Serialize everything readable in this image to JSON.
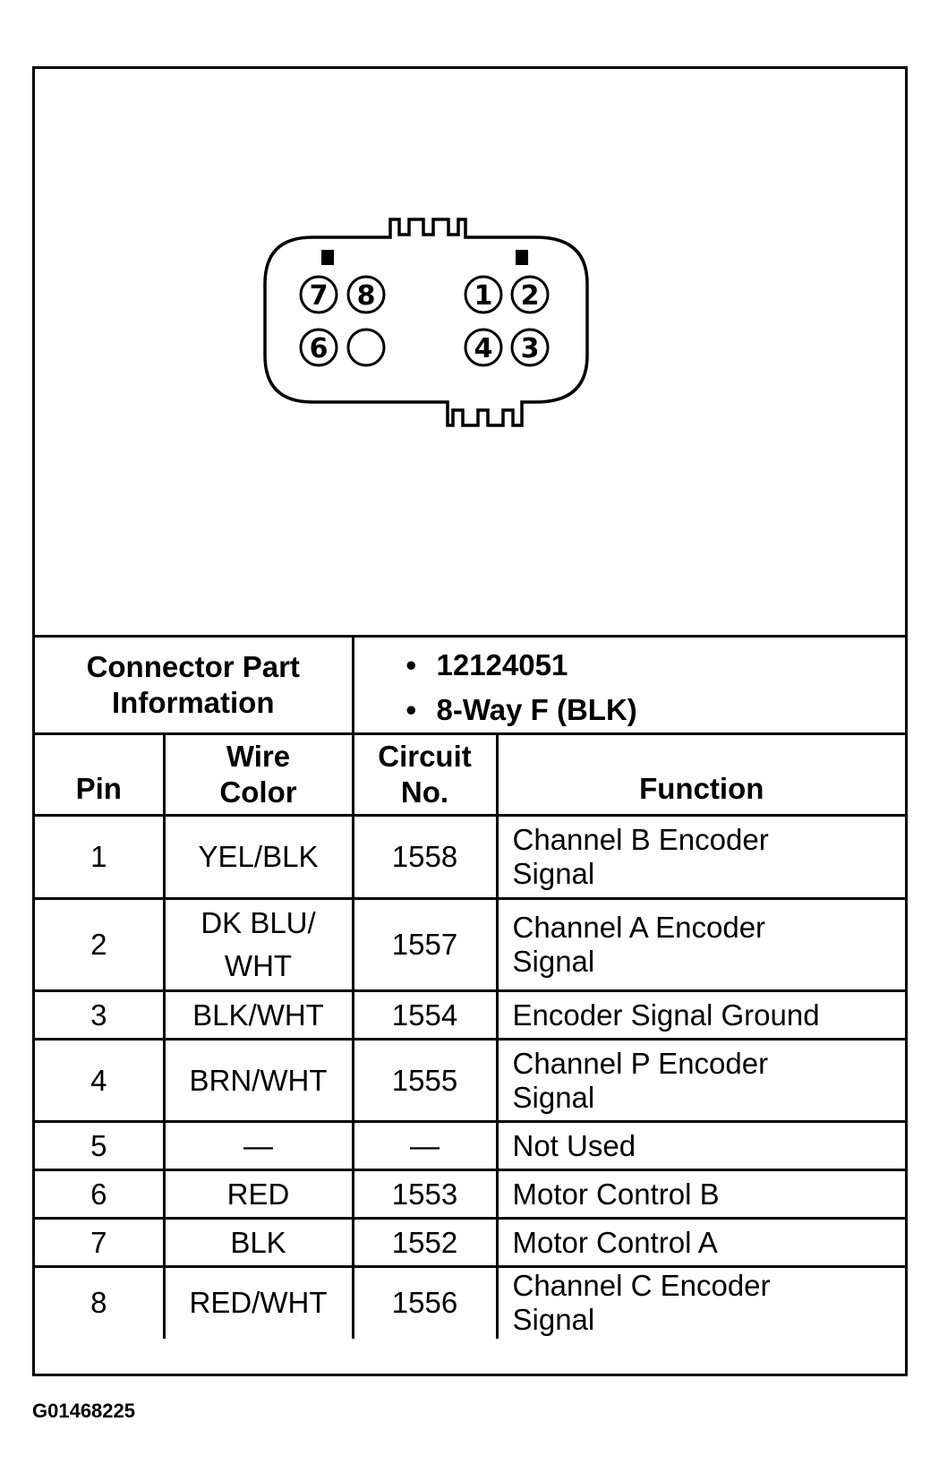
{
  "connector": {
    "pins": [
      {
        "label": "7"
      },
      {
        "label": "8"
      },
      {
        "label": "1"
      },
      {
        "label": "2"
      },
      {
        "label": "6"
      },
      {
        "label": ""
      },
      {
        "label": "4"
      },
      {
        "label": "3"
      }
    ]
  },
  "part_info": {
    "label": "Connector Part Information",
    "items": [
      "12124051",
      "8-Way F (BLK)"
    ]
  },
  "table": {
    "headers": {
      "pin": "Pin",
      "wire_color": "Wire Color",
      "circuit": "Circuit No.",
      "function": "Function"
    },
    "rows": [
      {
        "pin": "1",
        "wire": "YEL/BLK",
        "circuit": "1558",
        "function": "Channel B Encoder Signal"
      },
      {
        "pin": "2",
        "wire": "DK BLU/ WHT",
        "circuit": "1557",
        "function": "Channel A Encoder Signal"
      },
      {
        "pin": "3",
        "wire": "BLK/WHT",
        "circuit": "1554",
        "function": "Encoder Signal Ground"
      },
      {
        "pin": "4",
        "wire": "BRN/WHT",
        "circuit": "1555",
        "function": "Channel P Encoder Signal"
      },
      {
        "pin": "5",
        "wire": "—",
        "circuit": "—",
        "function": "Not Used"
      },
      {
        "pin": "6",
        "wire": "RED",
        "circuit": "1553",
        "function": "Motor Control B"
      },
      {
        "pin": "7",
        "wire": "BLK",
        "circuit": "1552",
        "function": "Motor Control A"
      },
      {
        "pin": "8",
        "wire": "RED/WHT",
        "circuit": "1556",
        "function": "Channel C Encoder Signal"
      }
    ]
  },
  "figure_id": "G01468225"
}
